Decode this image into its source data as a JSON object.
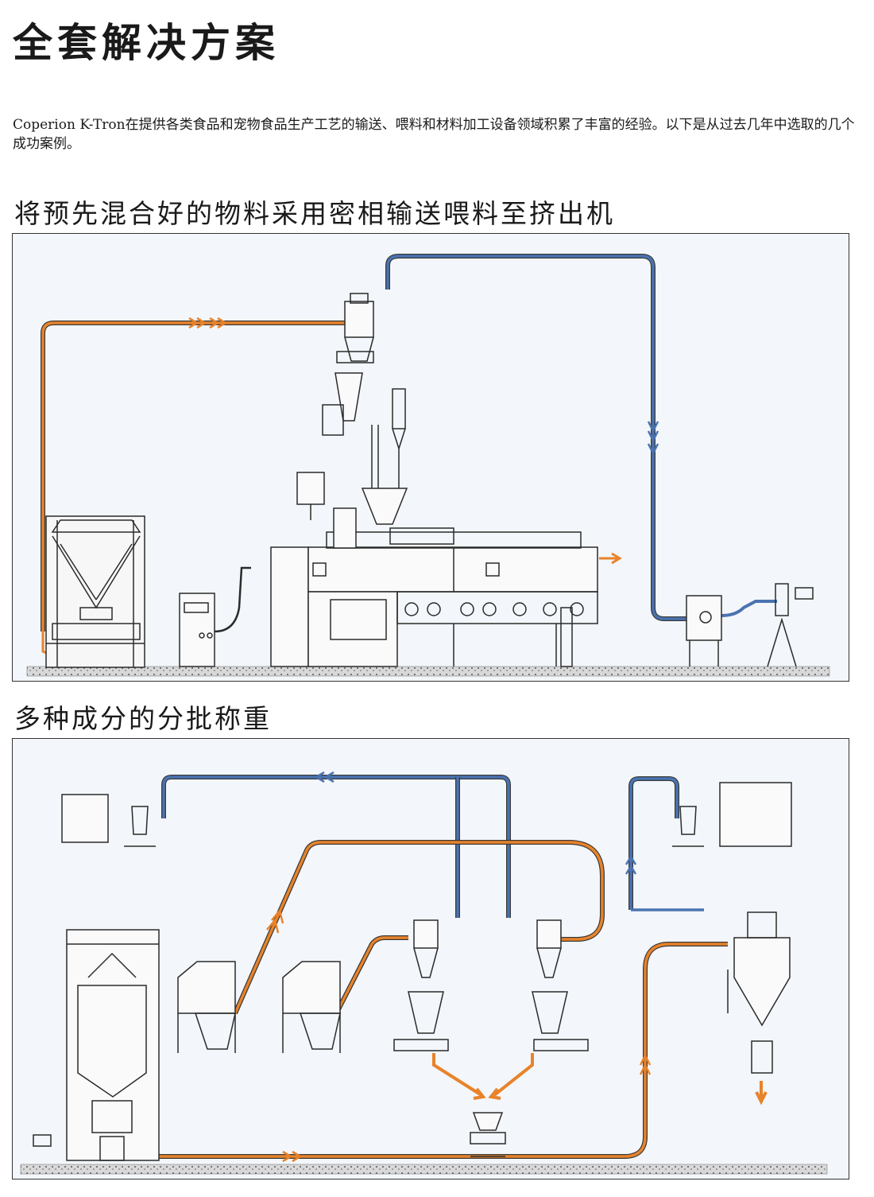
{
  "page": {
    "title": "全套解决方案",
    "intro": "Coperion K-Tron在提供各类食品和宠物食品生产工艺的输送、喂料和材料加工设备领域积累了丰富的经验。以下是从过去几年中选取的几个成功案例。"
  },
  "sections": [
    {
      "heading": "将预先混合好的物料采用密相输送喂料至挤出机"
    },
    {
      "heading": "多种成分的分批称重"
    }
  ],
  "colors": {
    "orange_line": "#e8832a",
    "blue_line": "#4a73b0",
    "panel_bg": "#f3f6fa",
    "equipment_stroke": "#2b2b2b",
    "floor": "#8a8a8a"
  },
  "icons": [
    "arrow-icon",
    "bulk-bag-station-icon",
    "extruder-icon",
    "receiver-icon",
    "hopper-icon",
    "control-cabinet-icon",
    "scale-icon"
  ]
}
